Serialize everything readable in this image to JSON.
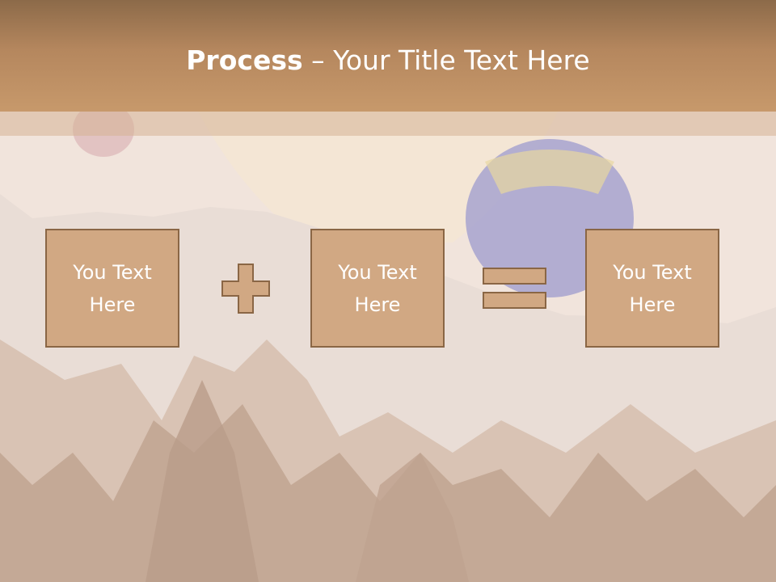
{
  "title": {
    "bold": "Process",
    "rest": " – Your Title Text Here"
  },
  "boxes": [
    {
      "label": "You Text\nHere"
    },
    {
      "label": "You Text\nHere"
    },
    {
      "label": "You Text\nHere"
    }
  ],
  "operators": [
    "plus-icon",
    "equals-icon"
  ],
  "colors": {
    "header": "#b5875e",
    "box_fill": "#d1a883",
    "box_border": "#8a6645",
    "text": "#ffffff"
  }
}
